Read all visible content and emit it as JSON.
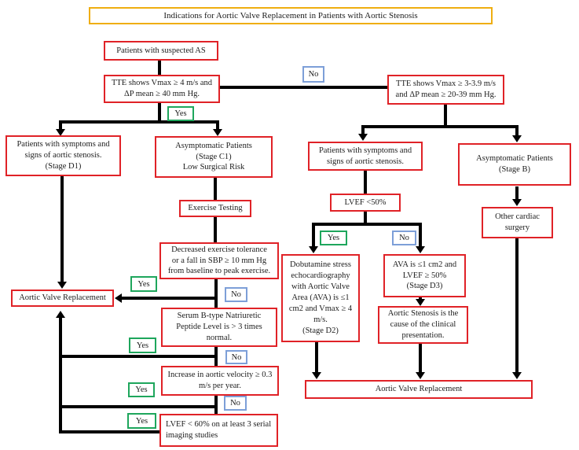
{
  "title": {
    "text": "Indications for Aortic Valve Replacement in Patients with Aortic Stenosis"
  },
  "labels": {
    "yes": "Yes",
    "no": "No"
  },
  "colors": {
    "node_border": "#e02227",
    "yes_border": "#1ea65c",
    "no_border": "#7d9fd8",
    "title_border": "#efae10",
    "line": "#000000",
    "background": "#ffffff"
  },
  "nodes": {
    "suspected_as": "Patients with suspected AS",
    "tte_high": "TTE shows Vmax ≥ 4 m/s and\nΔP mean ≥ 40 mm Hg.",
    "tte_mid": "TTE shows Vmax ≥ 3-3.9 m/s\nand ΔP mean ≥ 20-39 mm Hg.",
    "stage_d1": "Patients with symptoms and\nsigns of aortic stenosis.\n(Stage D1)",
    "stage_c1": "Asymptomatic Patients\n(Stage C1)\nLow Surgical Risk",
    "exercise": "Exercise Testing",
    "decreased": "Decreased exercise tolerance\nor a fall in SBP ≥ 10 mm Hg\nfrom baseline to peak exercise.",
    "avr_left": "Aortic Valve Replacement",
    "serum": "Serum B-type Natriuretic\nPeptide Level is > 3 times\nnormal.",
    "increase": "Increase in aortic velocity ≥ 0.3\nm/s per year.",
    "lvef60": "LVEF < 60% on at least 3 serial\nimaging studies",
    "symptomatic_right": "Patients with symptoms and\nsigns of aortic stenosis.",
    "stage_b": "Asymptomatic Patients\n(Stage B)",
    "lvef50": "LVEF <50%",
    "dobutamine": "Dobutamine stress\nechocardiography\nwith Aortic Valve\nArea (AVA) is ≤1\ncm2 and Vmax ≥ 4\nm/s.\n(Stage D2)",
    "stage_d3": "AVA is ≤1 cm2 and\nLVEF ≥ 50%\n(Stage D3)",
    "cause": "Aortic Stenosis is the\ncause of the clinical\npresentation.",
    "other_cardiac": "Other cardiac\nsurgery",
    "avr_wide": "Aortic Valve Replacement"
  }
}
